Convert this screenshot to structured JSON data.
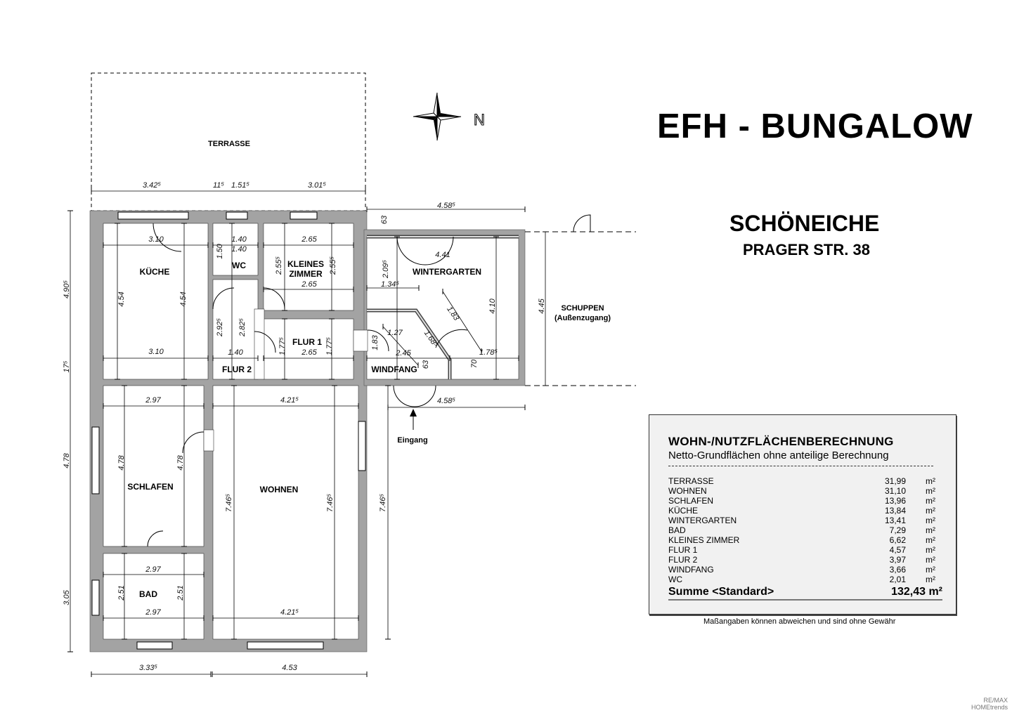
{
  "header": {
    "title": "EFH - BUNGALOW",
    "city": "SCHÖNEICHE",
    "street": "PRAGER STR. 38"
  },
  "compass": {
    "label": "N",
    "icon": "compass-rose-icon"
  },
  "rooms": {
    "terrasse": "TERRASSE",
    "kueche": "KÜCHE",
    "wc": "WC",
    "kleines1": "KLEINES",
    "kleines2": "ZIMMER",
    "flur1": "FLUR 1",
    "flur2": "FLUR 2",
    "wintergarten": "WINTERGARTEN",
    "windfang": "WINDFANG",
    "schlafen": "SCHLAFEN",
    "wohnen": "WOHNEN",
    "bad": "BAD",
    "schuppen": "SCHUPPEN",
    "schuppen_sub": "(Außenzugang)",
    "eingang": "Eingang"
  },
  "dims": [
    "3.42⁵",
    "11⁵",
    "1.51⁵",
    "3.01⁵",
    "4.58⁵",
    "63",
    "4.90⁵",
    "17⁵",
    "4.78",
    "3.05",
    "3.10",
    "4.54",
    "4.54",
    "3.10",
    "1.40",
    "1.40",
    "1.50",
    "2.92⁵",
    "2.82⁵",
    "1.40",
    "2.65",
    "2.55⁵",
    "2.55⁵",
    "2.65",
    "1.77⁵",
    "1.77⁵",
    "2.65",
    "4.41",
    "2.09⁵",
    "1.34⁵",
    "1.83",
    "4.10",
    "4.45",
    "1.27",
    "1.83",
    "2.45",
    "1.68⁵",
    "63",
    "70",
    "1.78⁵",
    "4.58⁵",
    "2.97",
    "4.78",
    "4.78",
    "2.97",
    "2.51",
    "2.51",
    "2.97",
    "4.21⁵",
    "7.46⁵",
    "7.46⁵",
    "7.46⁵",
    "4.21⁵",
    "3.33⁵",
    "4.53"
  ],
  "areas": {
    "title": "WOHN-/NUTZFLÄCHENBERECHNUNG",
    "subtitle": "Netto-Grundflächen ohne anteilige Berechnung",
    "unit": "m²",
    "rows": [
      {
        "name": "TERRASSE",
        "value": "31,99"
      },
      {
        "name": "WOHNEN",
        "value": "31,10"
      },
      {
        "name": "SCHLAFEN",
        "value": "13,96"
      },
      {
        "name": "KÜCHE",
        "value": "13,84"
      },
      {
        "name": "WINTERGARTEN",
        "value": "13,41"
      },
      {
        "name": "BAD",
        "value": "7,29"
      },
      {
        "name": "KLEINES ZIMMER",
        "value": "6,62"
      },
      {
        "name": "FLUR 1",
        "value": "4,57"
      },
      {
        "name": "FLUR 2",
        "value": "3,97"
      },
      {
        "name": "WINDFANG",
        "value": "3,66"
      },
      {
        "name": "WC",
        "value": "2,01"
      }
    ],
    "sum_label": "Summe <Standard>",
    "sum_value": "132,43 m²"
  },
  "note": "Maßangaben können abweichen und sind ohne Gewähr",
  "brand": {
    "line1": "RE/MAX",
    "line2": "HOMEtrends"
  },
  "colors": {
    "wall": "#a3a3a3",
    "line": "#000000",
    "window": "#2b3a8c"
  }
}
